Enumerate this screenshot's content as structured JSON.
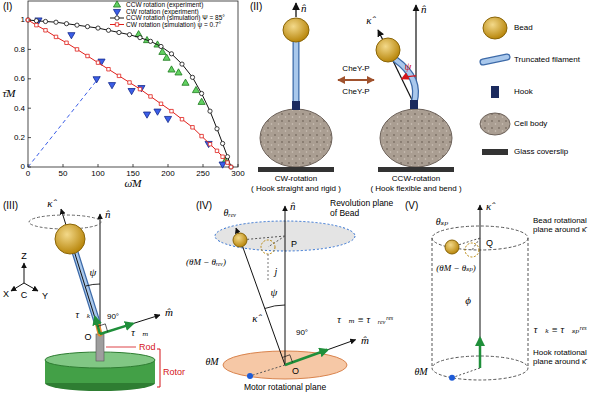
{
  "diagram": {
    "nodes": [
      {
        "text": [
          "CW-rotation",
          "( Hook straight and rigid )"
        ]
      },
      {
        "text": [
          "CCW-rotation",
          "( Hook flexible and bend )"
        ]
      }
    ],
    "edges": [
      {
        "from": 0,
        "to": 1,
        "arrow": "both",
        "label": "CheY-P"
      }
    ],
    "labels": [
      "(I)",
      "τ̄M",
      "ω̄M",
      "0",
      "50",
      "100",
      "150",
      "200",
      "250",
      "300",
      "0",
      "0.2",
      "0.4",
      "0.6",
      "0.8",
      "1",
      "(II)",
      "n̂",
      "n̂",
      "κ̂",
      "ψ",
      "CheY-P",
      "(III)",
      "κ̂",
      "n̂",
      "ψ",
      "Z",
      "X",
      "C",
      "Y",
      "τ⃗ₖ",
      "90°",
      "m̂",
      "τ⃗ₘ",
      "O",
      "Rod",
      "Rotor",
      "(IV)",
      "n̂",
      "Revolution plane of Bead",
      "P",
      "θᵣₑᵥ",
      "(θM − θᵣₑᵥ)",
      "ψ",
      "j",
      "κ̂",
      "90°",
      "m̂",
      "τ⃗ₘ ≡ τ⃗ᵣₑᵥʳᵉˢ",
      "θM",
      "O",
      "Motor rotational plane",
      "(V)",
      "κ̂",
      "Bead rotational plane around κ̂",
      "Q",
      "θₛₚ",
      "(θM − θₛₚ)",
      "ϕ",
      "τ⃗ₖ ≡ τ⃗ₛₚʳᵉˢ",
      "θM",
      "Hook rotational plane around κ̂"
    ],
    "legend": [
      {
        "text": "CCW rotation (experiment)"
      },
      {
        "text": "CW rotation (experiment)"
      },
      {
        "text": "CCW rotation (simulation) Ψ = 85°"
      },
      {
        "text": "CW rotation (simulation) ψ = 0.7°"
      },
      {
        "text": "Bead"
      },
      {
        "text": "Truncated filament"
      },
      {
        "text": "Hook"
      },
      {
        "text": "Cell body"
      },
      {
        "text": "Glass coverslip"
      }
    ]
  }
}
